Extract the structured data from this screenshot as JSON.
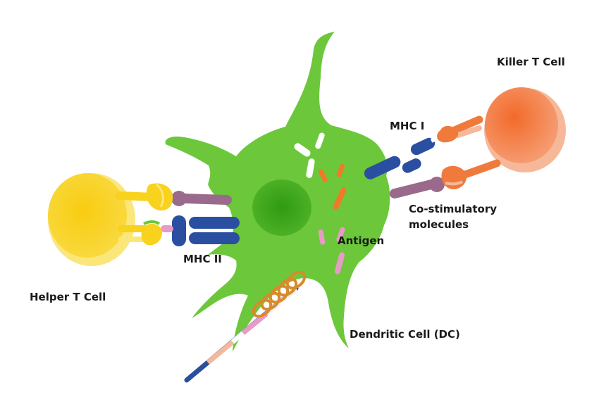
{
  "labels": {
    "killer_t_cell": "Killer T Cell",
    "mhc_i": "MHC I",
    "co_stimulatory_line1": "Co-stimulatory",
    "co_stimulatory_line2": "molecules",
    "antigen": "Antigen",
    "mhc_ii": "MHC II",
    "helper_t_cell": "Helper T Cell",
    "dendritic_cell": "Dendritic Cell (DC)"
  },
  "colors": {
    "dendritic_cell": "#6cc83a",
    "dendritic_cell_dark": "#4fae2a",
    "nucleus": "#3aa51a",
    "killer_t_cell": "#f07a3c",
    "killer_t_cell_light": "#f7b89a",
    "helper_t_cell": "#f8d21c",
    "helper_t_cell_light": "#fbe67a",
    "mhc": "#2a4fa0",
    "co_stimulatory": "#9a6a8c",
    "antigen_pink": "#e89ac8",
    "antigen_orange": "#f07a2a",
    "coil": "#d98a2a"
  }
}
